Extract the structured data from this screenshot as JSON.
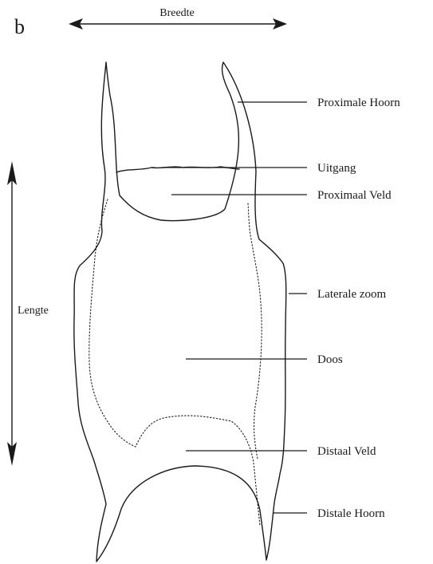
{
  "panel_letter": "b",
  "dimensions": {
    "width_label": "Breedte",
    "length_label": "Lengte"
  },
  "labels": {
    "proximal_horn": "Proximale Hoorn",
    "exit": "Uitgang",
    "proximal_field": "Proximaal Veld",
    "lateral_seam": "Laterale zoom",
    "box": "Doos",
    "distal_field": "Distaal Veld",
    "distal_horn": "Distale Hoorn"
  },
  "colors": {
    "ink": "#1a1a1a",
    "background": "#ffffff"
  }
}
